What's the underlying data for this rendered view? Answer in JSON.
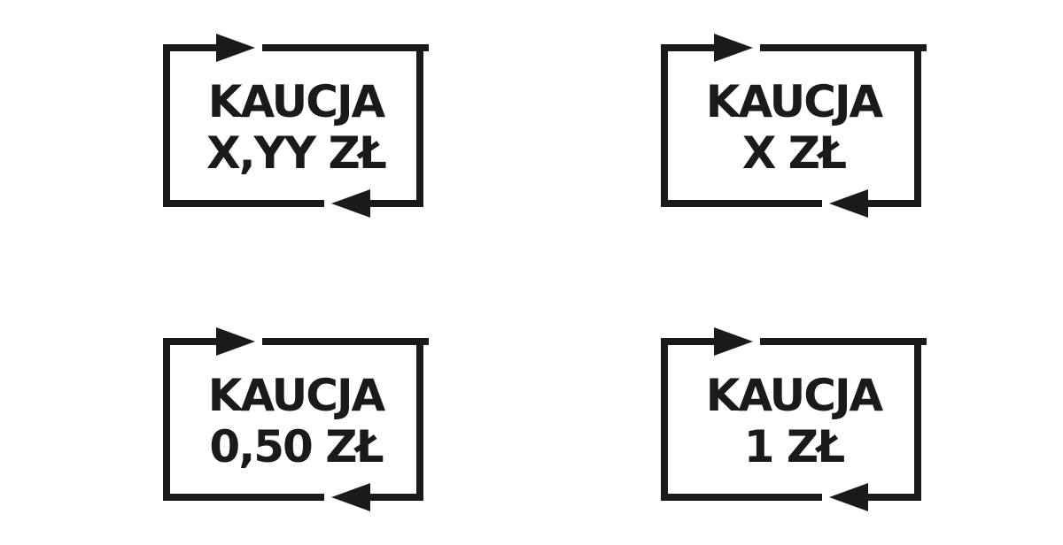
{
  "colors": {
    "ink": "#1a1a1a",
    "background": "#ffffff"
  },
  "icons": {
    "frame": "deposit-return-arrows-icon"
  },
  "labels": [
    {
      "line1": "KAUCJA",
      "line2": "X,YY ZŁ"
    },
    {
      "line1": "KAUCJA",
      "line2": "X ZŁ"
    },
    {
      "line1": "KAUCJA",
      "line2": "0,50 ZŁ"
    },
    {
      "line1": "KAUCJA",
      "line2": "1 ZŁ"
    }
  ]
}
